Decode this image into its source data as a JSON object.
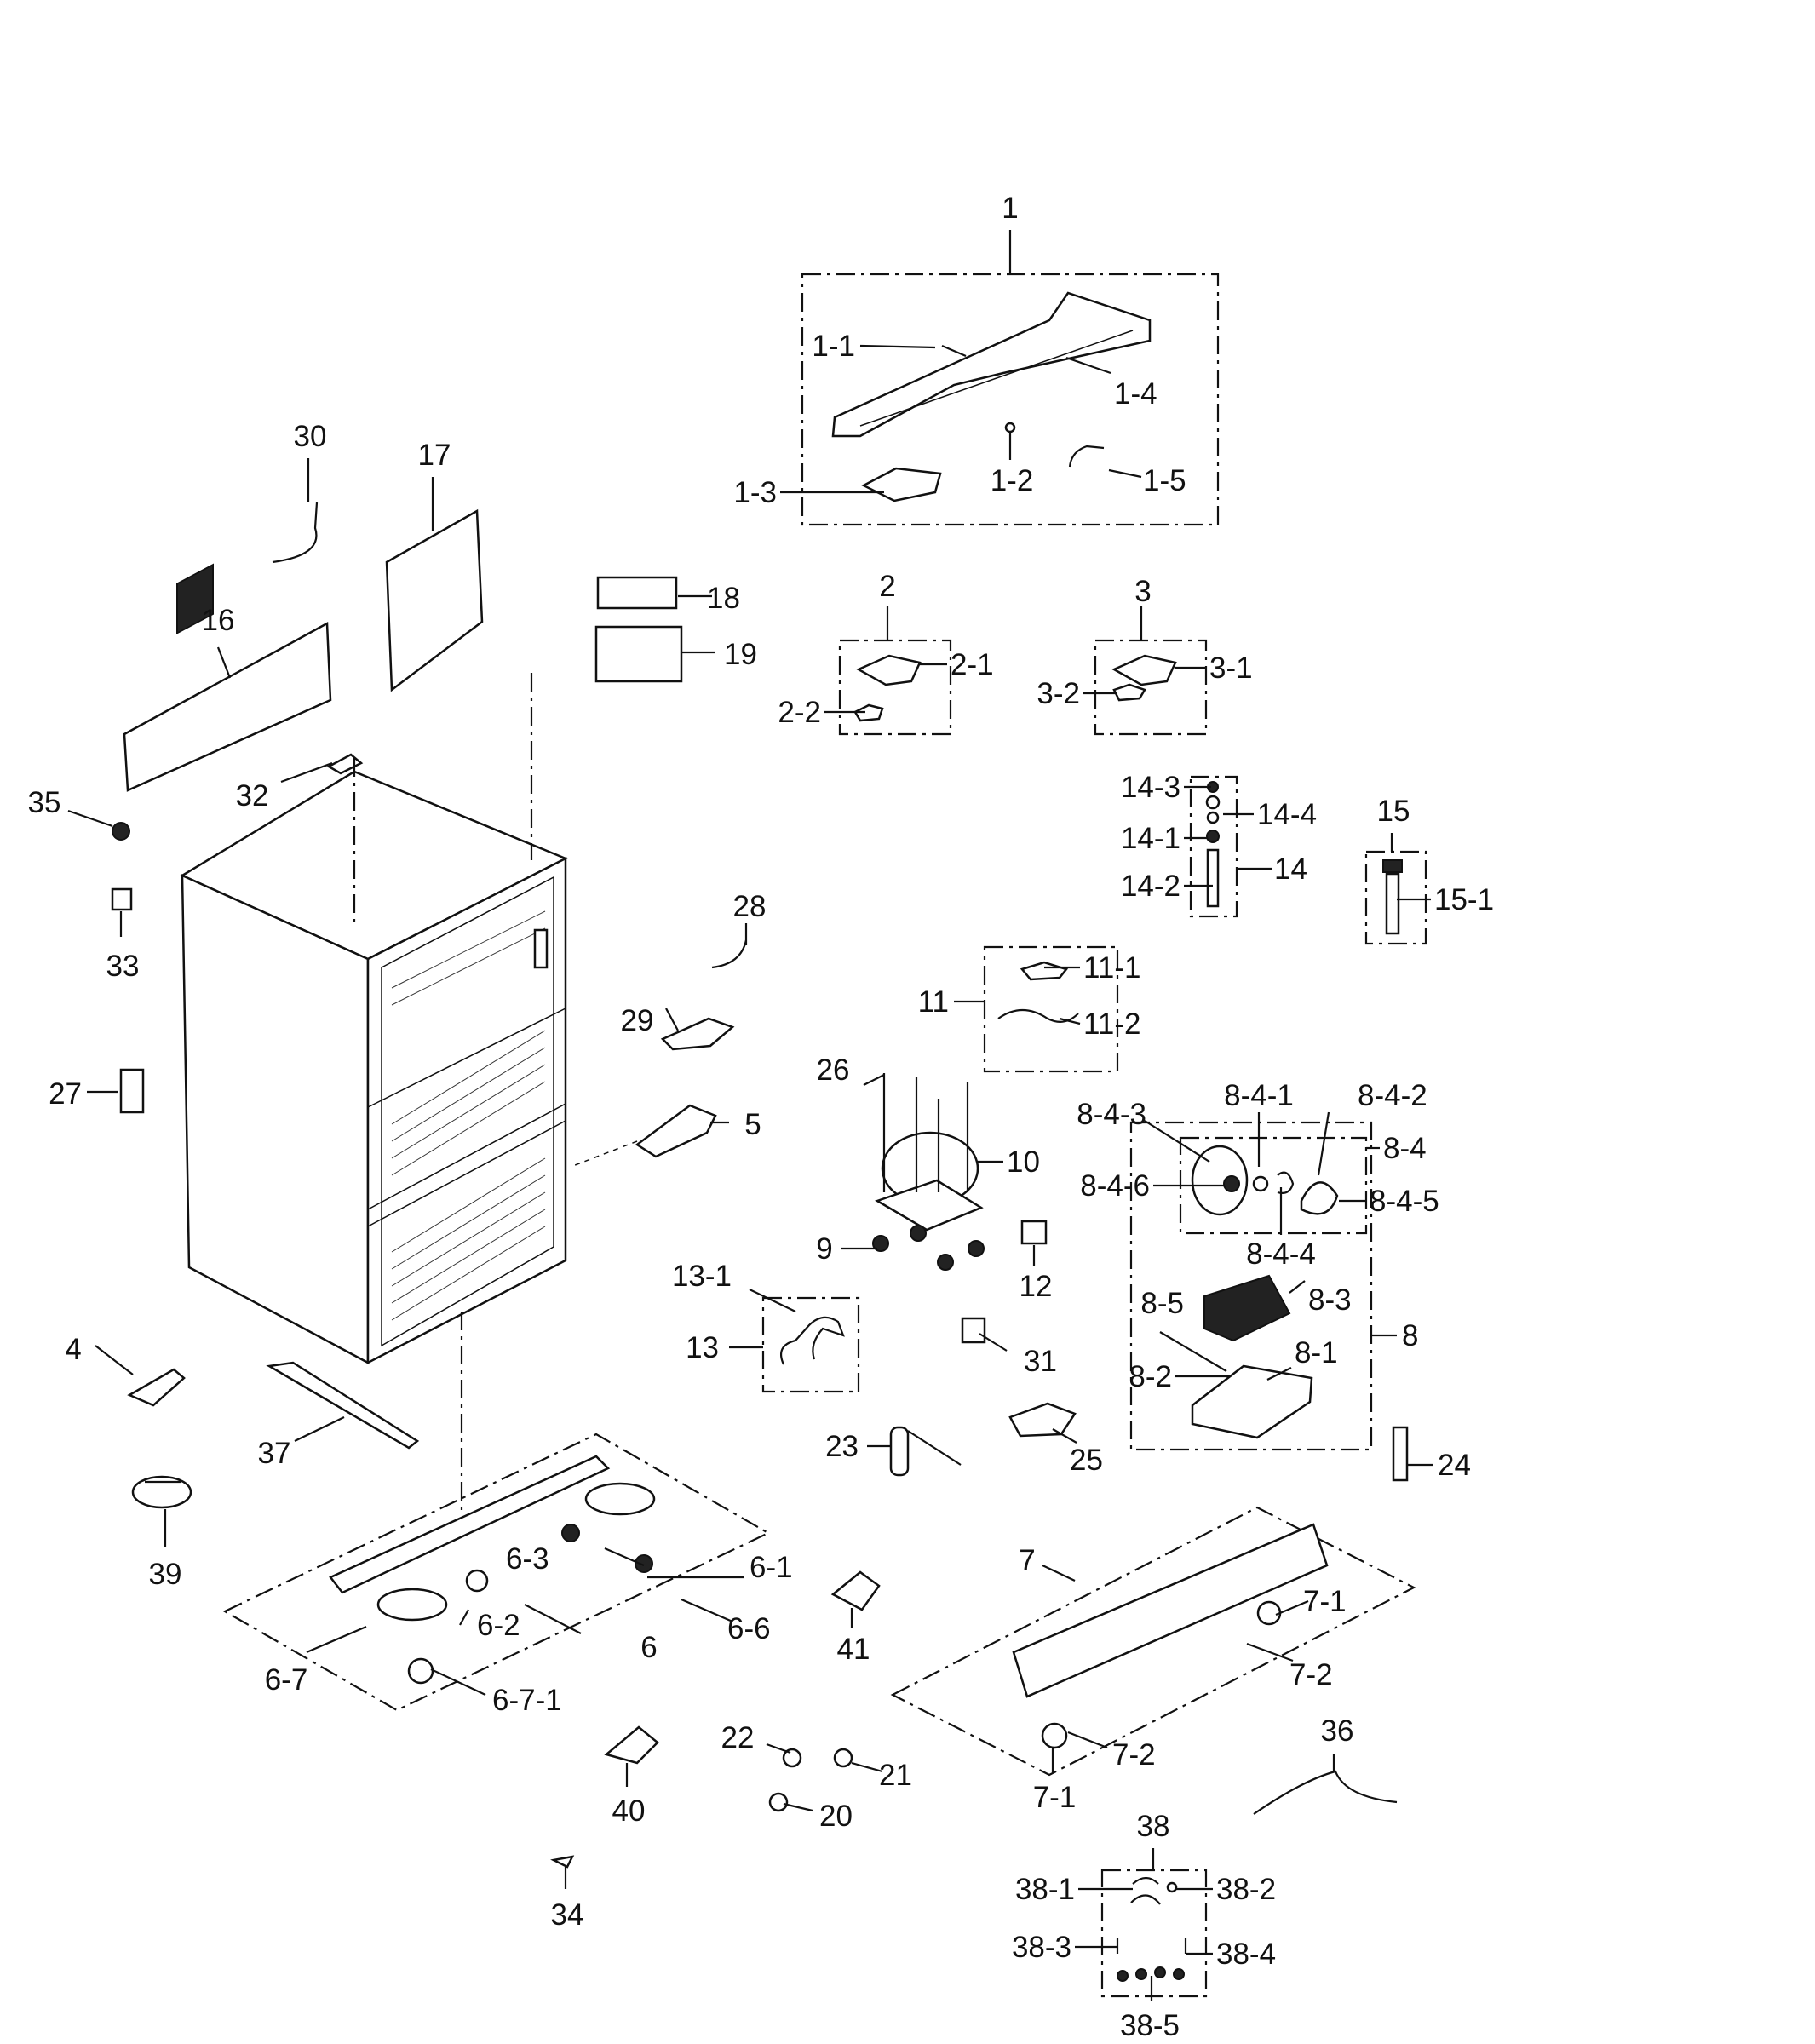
{
  "labels": {
    "l_1": "1",
    "l_1_1": "1-1",
    "l_1_2": "1-2",
    "l_1_3": "1-3",
    "l_1_4": "1-4",
    "l_1_5": "1-5",
    "l_2": "2",
    "l_2_1": "2-1",
    "l_2_2": "2-2",
    "l_3": "3",
    "l_3_1": "3-1",
    "l_3_2": "3-2",
    "l_4": "4",
    "l_5": "5",
    "l_6": "6",
    "l_6_1": "6-1",
    "l_6_2": "6-2",
    "l_6_3": "6-3",
    "l_6_6": "6-6",
    "l_6_7": "6-7",
    "l_6_7_1": "6-7-1",
    "l_7": "7",
    "l_7_1a": "7-1",
    "l_7_1b": "7-1",
    "l_7_2a": "7-2",
    "l_7_2b": "7-2",
    "l_8": "8",
    "l_8_1": "8-1",
    "l_8_2": "8-2",
    "l_8_3": "8-3",
    "l_8_4": "8-4",
    "l_8_5": "8-5",
    "l_8_4_1": "8-4-1",
    "l_8_4_2": "8-4-2",
    "l_8_4_3": "8-4-3",
    "l_8_4_4": "8-4-4",
    "l_8_4_5": "8-4-5",
    "l_8_4_6": "8-4-6",
    "l_9": "9",
    "l_10": "10",
    "l_11": "11",
    "l_11_1": "11-1",
    "l_11_2": "11-2",
    "l_12": "12",
    "l_13": "13",
    "l_13_1": "13-1",
    "l_14": "14",
    "l_14_1": "14-1",
    "l_14_2": "14-2",
    "l_14_3": "14-3",
    "l_14_4": "14-4",
    "l_15": "15",
    "l_15_1": "15-1",
    "l_16": "16",
    "l_17": "17",
    "l_18": "18",
    "l_19": "19",
    "l_20": "20",
    "l_21": "21",
    "l_22": "22",
    "l_23": "23",
    "l_24": "24",
    "l_25": "25",
    "l_26": "26",
    "l_27": "27",
    "l_28": "28",
    "l_29": "29",
    "l_30": "30",
    "l_31": "31",
    "l_32": "32",
    "l_33": "33",
    "l_34": "34",
    "l_35": "35",
    "l_36": "36",
    "l_37": "37",
    "l_38": "38",
    "l_38_1": "38-1",
    "l_38_2": "38-2",
    "l_38_3": "38-3",
    "l_38_4": "38-4",
    "l_38_5": "38-5",
    "l_39": "39",
    "l_40": "40",
    "l_41": "41"
  }
}
